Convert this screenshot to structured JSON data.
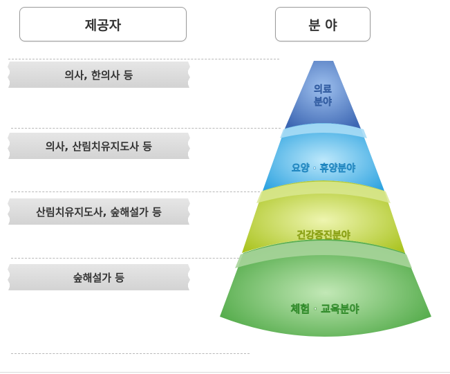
{
  "headers": {
    "provider": "제공자",
    "field": "분 야"
  },
  "providers": [
    "의사, 한의사 등",
    "의사, 산림치유지도사 등",
    "산림치유지도사, 숲해설가 등",
    "숲해설가 등"
  ],
  "tiers": [
    {
      "line1": "의료",
      "line2": "분야"
    },
    {
      "line1": "요양 · 휴양분야"
    },
    {
      "line1": "건강증진분야"
    },
    {
      "line1": "체험 · 교육분야"
    }
  ],
  "colors": {
    "tier1": "#4d7cc4",
    "tier2": "#40b4e8",
    "tier3": "#b9cf2e",
    "tier4": "#5ab04e"
  }
}
